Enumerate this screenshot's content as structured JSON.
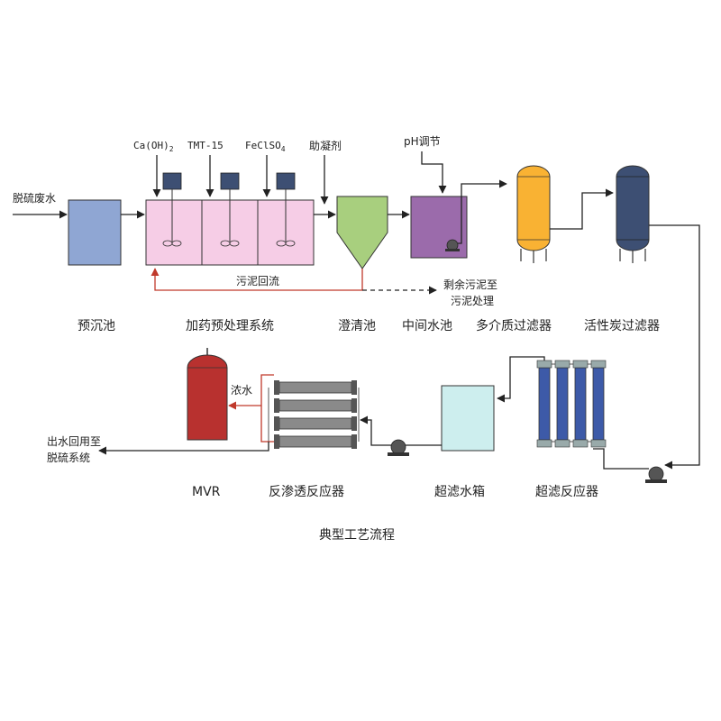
{
  "inputs": {
    "feed": "脱硫废水",
    "dose1": "Ca(OH)",
    "dose1_sub": "2",
    "dose2": "TMT-15",
    "dose3": "FeClSO",
    "dose3_sub": "4",
    "dose4": "助凝剂",
    "ph": "pH调节"
  },
  "units": {
    "presettle": "预沉池",
    "pretreat": "加药预处理系统",
    "clarifier": "澄清池",
    "middle_tank": "中间水池",
    "multimedia": "多介质过滤器",
    "carbon": "活性炭过滤器",
    "mvr": "MVR",
    "ro": "反渗透反应器",
    "uf_tank": "超滤水箱",
    "uf": "超滤反应器"
  },
  "flows": {
    "sludge_return": "污泥回流",
    "excess_sludge_1": "剩余污泥至",
    "excess_sludge_2": "污泥处理",
    "concentrate": "浓水",
    "outlet_1": "出水回用至",
    "outlet_2": "脱硫系统"
  },
  "caption": "典型工艺流程",
  "colors": {
    "presettle": "#8fa6d3",
    "pretreat": "#f6cde6",
    "clarifier": "#a8cf7e",
    "middle_tank": "#9b6bab",
    "multimedia": "#f9b233",
    "carbon": "#3d4f73",
    "mvr": "#b8312f",
    "uf_tank": "#cdeeee",
    "uf_membrane": "#3d5aa8",
    "recycle_line": "#c0392b"
  }
}
